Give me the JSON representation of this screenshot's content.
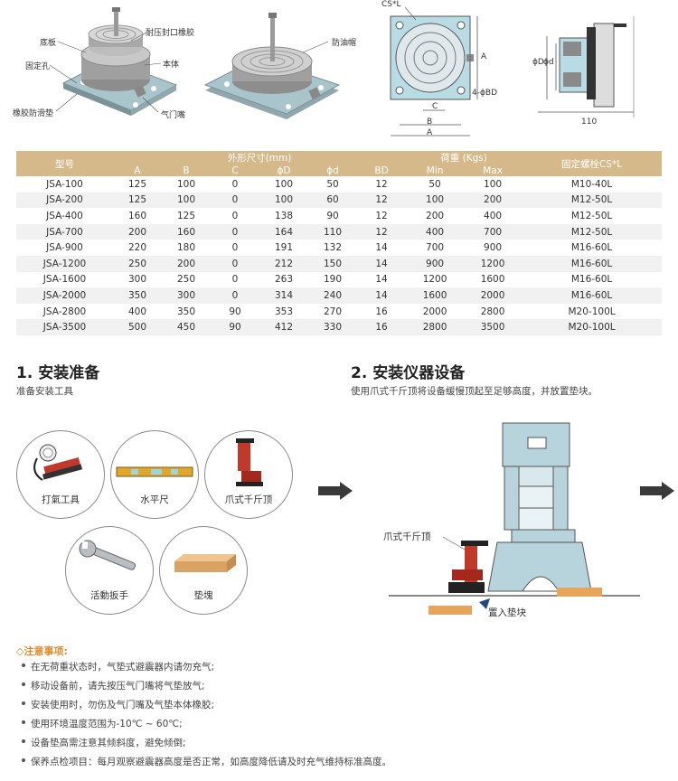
{
  "diagram": {
    "labels": {
      "base_plate": "底板",
      "oil_seal_rubber": "耐压封口橡胶",
      "fixing_hole": "固定孔",
      "body": "本体",
      "rubber_pad": "橡胶防滑垫",
      "air_nozzle": "气门嘴",
      "oil_cap": "防油帽",
      "cs_l": "CS*L",
      "dim_a": "A",
      "dim_b": "B",
      "dim_c": "C",
      "dim_bd": "4-ϕBD",
      "dim_phi_d_big": "ϕD",
      "dim_phi_d_small": "ϕd",
      "dim_110": "110"
    }
  },
  "table": {
    "headers": {
      "model": "型号",
      "dimensions": "外形尺寸(mm)",
      "load": "荷重 (Kgs)",
      "bolt": "固定螺栓CS*L",
      "sub": [
        "A",
        "B",
        "C",
        "ϕD",
        "ϕd",
        "BD",
        "Min",
        "Max"
      ]
    },
    "rows": [
      [
        "JSA-100",
        "125",
        "100",
        "0",
        "100",
        "50",
        "12",
        "50",
        "100",
        "M10-40L"
      ],
      [
        "JSA-200",
        "125",
        "100",
        "0",
        "100",
        "60",
        "12",
        "100",
        "200",
        "M12-50L"
      ],
      [
        "JSA-400",
        "160",
        "125",
        "0",
        "138",
        "90",
        "12",
        "200",
        "400",
        "M12-50L"
      ],
      [
        "JSA-700",
        "200",
        "160",
        "0",
        "164",
        "110",
        "12",
        "400",
        "700",
        "M12-50L"
      ],
      [
        "JSA-900",
        "220",
        "180",
        "0",
        "191",
        "132",
        "14",
        "700",
        "900",
        "M16-60L"
      ],
      [
        "JSA-1200",
        "250",
        "200",
        "0",
        "212",
        "150",
        "14",
        "900",
        "1200",
        "M16-60L"
      ],
      [
        "JSA-1600",
        "300",
        "250",
        "0",
        "263",
        "190",
        "14",
        "1200",
        "1600",
        "M16-60L"
      ],
      [
        "JSA-2000",
        "350",
        "300",
        "0",
        "314",
        "240",
        "14",
        "1600",
        "2000",
        "M16-60L"
      ],
      [
        "JSA-2800",
        "400",
        "350",
        "90",
        "353",
        "270",
        "16",
        "2000",
        "2800",
        "M20-100L"
      ],
      [
        "JSA-3500",
        "500",
        "450",
        "90",
        "412",
        "330",
        "16",
        "2800",
        "3500",
        "M20-100L"
      ]
    ]
  },
  "step1": {
    "title": "1. 安装准备",
    "subtitle": "准备安装工具",
    "tools": [
      "打氣工具",
      "水平尺",
      "爪式千斤顶",
      "活動扳手",
      "垫塊"
    ]
  },
  "step2": {
    "title": "2. 安装仪器设备",
    "subtitle": "使用爪式千斤顶将设备缓慢顶起至足够高度，并放置垫块。",
    "jack_label": "爪式千斤顶",
    "block_label": "置入垫块"
  },
  "notes": {
    "title": "◇注意事项:",
    "items": [
      "在无荷重状态时，气垫式避震器内请勿充气;",
      "移动设备前，请先按压气门嘴将气垫放气;",
      "安装使用时，勿伤及气门嘴及气垫本体橡胶;",
      "使用环境温度范围为-10℃ ~ 60℃;",
      "设备垫高需注意其倾斜度，避免倾倒;",
      "保养点检项目：每月观察避震器高度是否正常，如高度降低请及时充气维持标准高度。"
    ]
  },
  "colors": {
    "header_gold": "#d5b98a",
    "accent_orange": "#e08a2c",
    "machine_blue": "#b7d4dc"
  }
}
